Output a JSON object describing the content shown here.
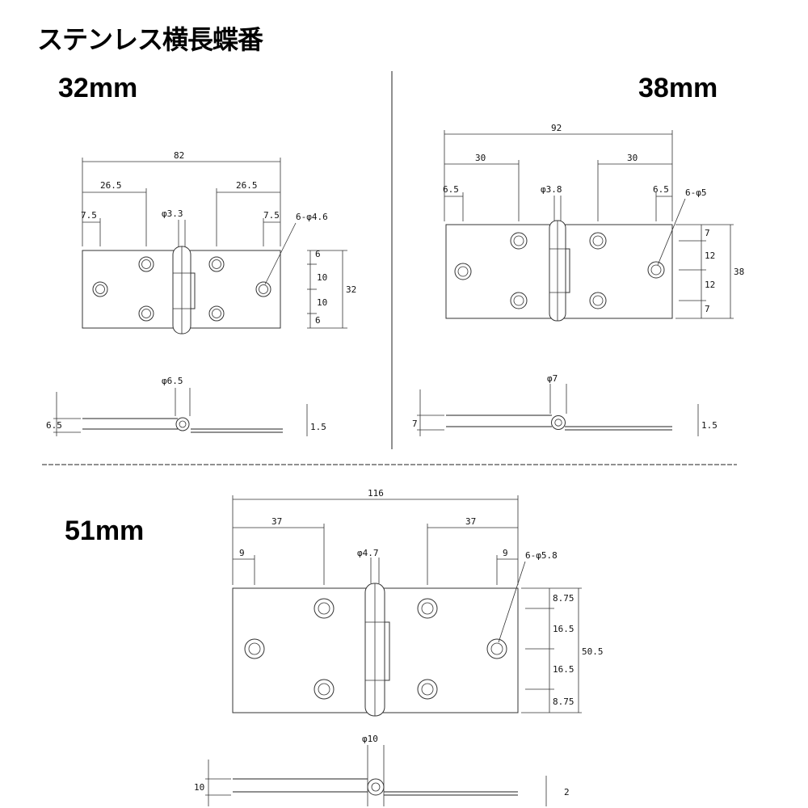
{
  "title": "ステンレス横長蝶番",
  "hinge_32": {
    "label": "32mm",
    "dims": {
      "width": "82",
      "offset": "26.5",
      "offset_r": "26.5",
      "edge": "7.5",
      "edge_r": "7.5",
      "pin": "φ3.3",
      "holes": "6-φ4.6",
      "v1": "6",
      "v2": "10",
      "v3": "10",
      "v4": "6",
      "height": "32",
      "knuckle": "φ6.5",
      "side_h": "6.5",
      "thick": "1.5"
    }
  },
  "hinge_38": {
    "label": "38mm",
    "dims": {
      "width": "92",
      "offset": "30",
      "offset_r": "30",
      "edge": "6.5",
      "edge_r": "6.5",
      "pin": "φ3.8",
      "holes": "6-φ5",
      "v1": "7",
      "v2": "12",
      "v3": "12",
      "v4": "7",
      "height": "38",
      "knuckle": "φ7",
      "side_h": "7",
      "thick": "1.5"
    }
  },
  "hinge_51": {
    "label": "51mm",
    "dims": {
      "width": "116",
      "offset": "37",
      "offset_r": "37",
      "edge": "9",
      "edge_r": "9",
      "pin": "φ4.7",
      "holes": "6-φ5.8",
      "v1": "8.75",
      "v2": "16.5",
      "v3": "16.5",
      "v4": "8.75",
      "height": "50.5",
      "knuckle": "φ10",
      "side_h": "10",
      "thick": "2"
    }
  }
}
